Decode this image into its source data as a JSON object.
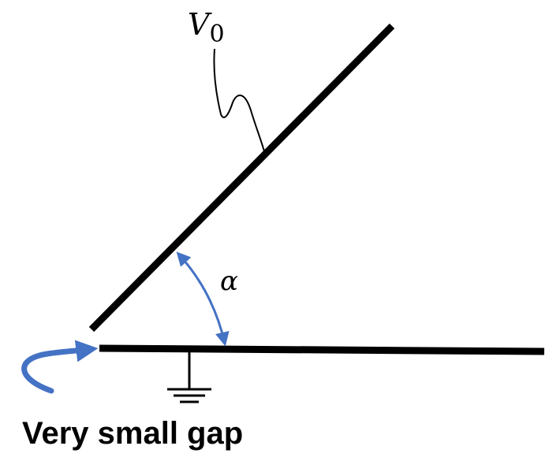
{
  "labels": {
    "voltage_symbol": "V",
    "voltage_subscript": "0",
    "angle_symbol": "α",
    "gap_caption": "Very small gap"
  },
  "colors": {
    "plate": "#000000",
    "arrow": "#4472C4",
    "wire": "#000000"
  },
  "icons": {
    "ground": "ground-symbol-icon"
  }
}
